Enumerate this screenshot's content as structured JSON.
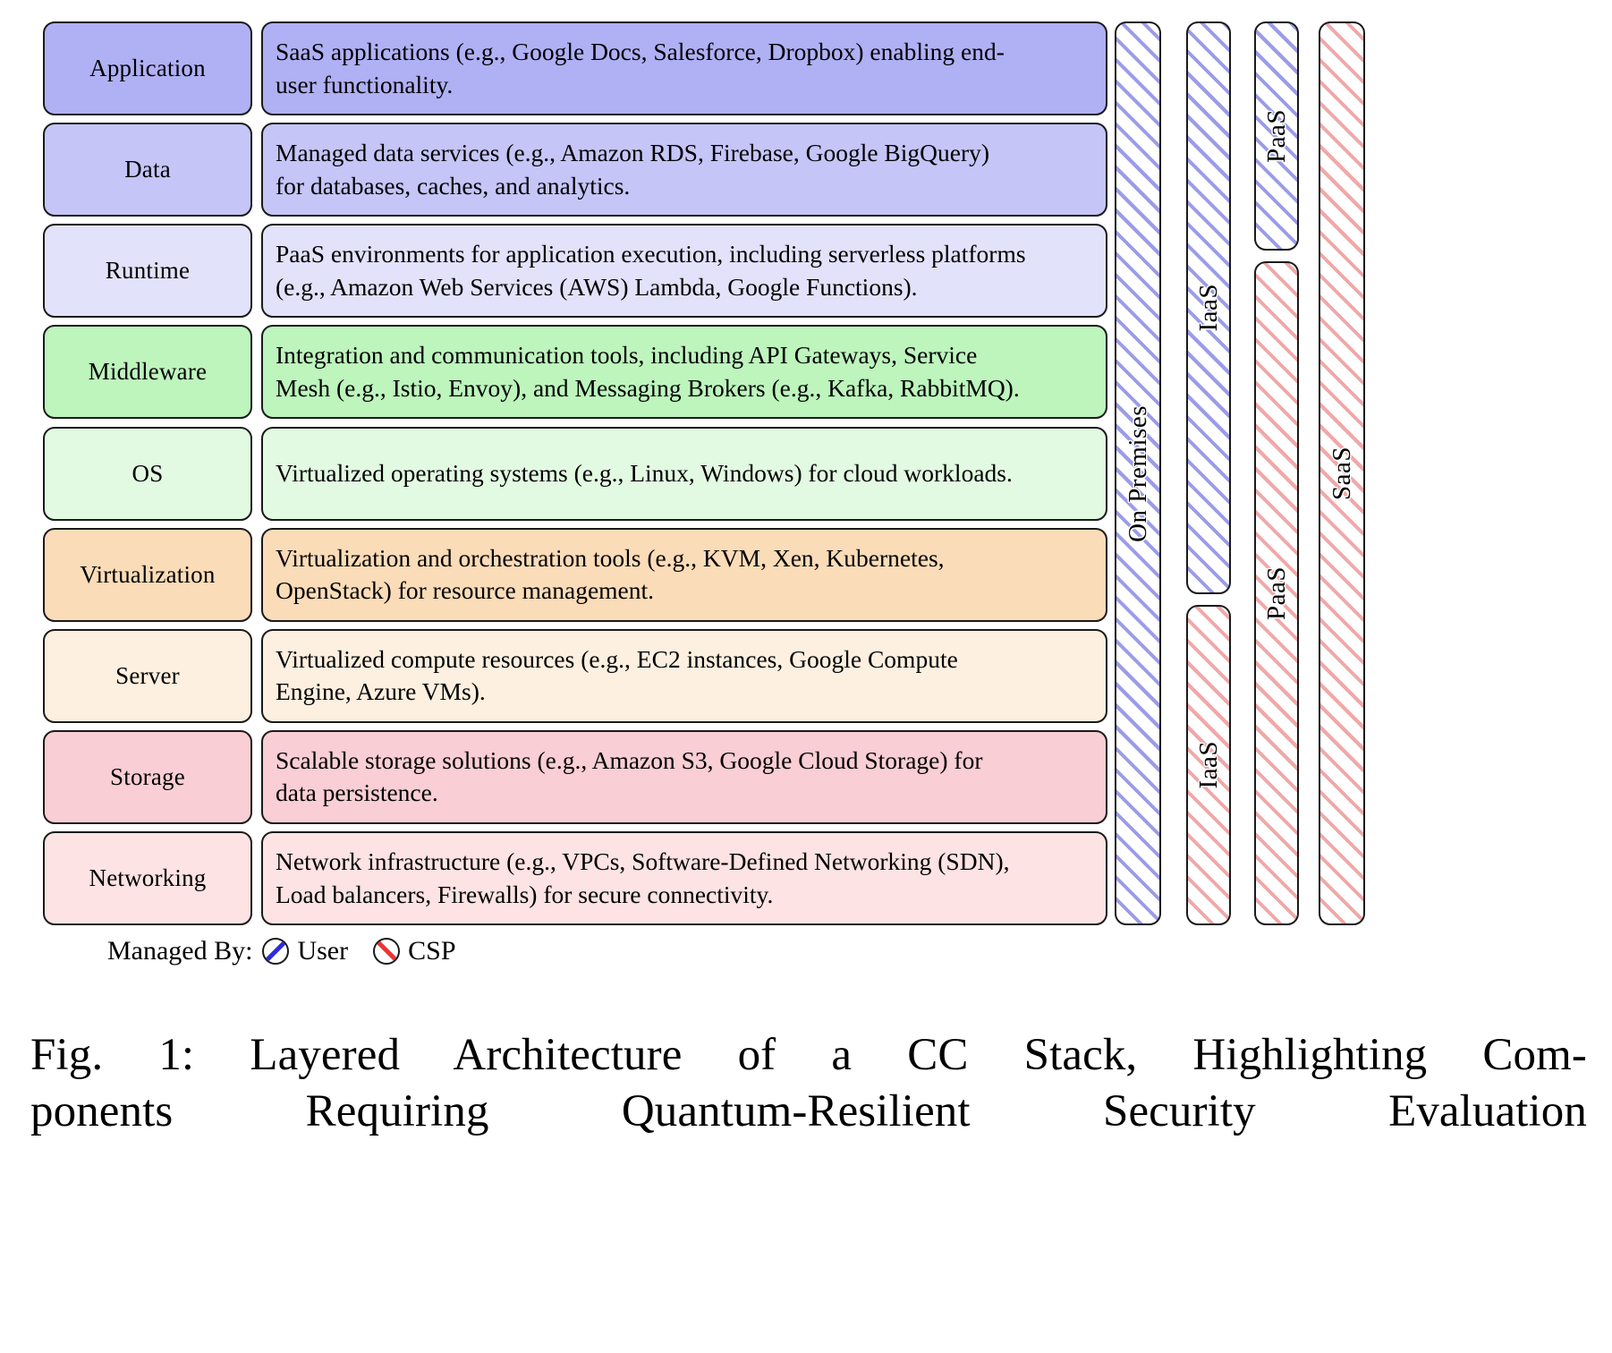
{
  "figure": {
    "caption_line1": "Fig. 1: Layered Architecture of a CC Stack, Highlighting Com-",
    "caption_line2": "ponents Requiring Quantum-Resilient Security Evaluation"
  },
  "colors": {
    "application": "#b0b0f5",
    "data": "#c5c5f8",
    "runtime": "#e2e2fa",
    "middleware": "#bdf5bd",
    "os": "#e2fae2",
    "virtualization": "#fbdcb8",
    "server": "#fdf0e0",
    "storage": "#f9ced4",
    "networking": "#fde3e3",
    "user_hatch": "#9b9ce8",
    "csp_hatch": "#f0a8a8",
    "user_legend": "#2d2de0",
    "csp_legend": "#ec3434",
    "outline": "#1a1a1a"
  },
  "layers": [
    {
      "name": "Application",
      "description": "SaaS applications (e.g., Google Docs, Salesforce, Dropbox) enabling end-user functionality.",
      "desc_lines": [
        "SaaS applications (e.g., Google Docs, Salesforce, Dropbox) enabling end-",
        "user functionality."
      ],
      "color": "#b0b0f5"
    },
    {
      "name": "Data",
      "description": "Managed data services (e.g., Amazon RDS, Firebase, Google BigQuery) for databases, caches, and analytics.",
      "desc_lines": [
        "Managed data services (e.g., Amazon RDS, Firebase, Google BigQuery)",
        "for databases, caches, and analytics."
      ],
      "color": "#c5c5f8"
    },
    {
      "name": "Runtime",
      "description": "PaaS environments for application execution, including serverless platforms (e.g., Amazon Web Services (AWS) Lambda, Google Functions).",
      "desc_lines": [
        "PaaS environments for application execution, including serverless platforms",
        "(e.g., Amazon Web Services (AWS) Lambda, Google Functions)."
      ],
      "color": "#e2e2fa"
    },
    {
      "name": "Middleware",
      "description": "Integration and communication tools, including API Gateways, Service Mesh (e.g., Istio, Envoy), and Messaging Brokers (e.g., Kafka, RabbitMQ).",
      "desc_lines": [
        "Integration and communication tools, including API Gateways, Service",
        "Mesh (e.g., Istio, Envoy), and Messaging Brokers (e.g., Kafka, RabbitMQ)."
      ],
      "color": "#bdf5bd"
    },
    {
      "name": "OS",
      "description": "Virtualized operating systems (e.g., Linux, Windows) for cloud workloads.",
      "desc_lines": [
        "Virtualized operating systems (e.g., Linux, Windows) for cloud workloads."
      ],
      "color": "#e2fae2"
    },
    {
      "name": "Virtualization",
      "description": "Virtualization and orchestration tools (e.g., KVM, Xen, Kubernetes, OpenStack) for resource management.",
      "desc_lines": [
        "Virtualization and orchestration tools (e.g., KVM, Xen, Kubernetes,",
        "OpenStack) for resource management."
      ],
      "color": "#fbdcb8"
    },
    {
      "name": "Server",
      "description": "Virtualized compute resources (e.g., EC2 instances, Google Compute Engine, Azure VMs).",
      "desc_lines": [
        "Virtualized compute resources (e.g., EC2 instances, Google Compute",
        "Engine, Azure VMs)."
      ],
      "color": "#fdf0e0"
    },
    {
      "name": "Storage",
      "description": "Scalable storage solutions (e.g., Amazon S3, Google Cloud Storage) for data persistence.",
      "desc_lines": [
        "Scalable storage solutions (e.g., Amazon S3, Google Cloud Storage) for",
        "data persistence."
      ],
      "color": "#f9ced4"
    },
    {
      "name": "Networking",
      "description": "Network infrastructure (e.g., VPCs, Software-Defined Networking (SDN), Load balancers, Firewalls) for secure connectivity.",
      "desc_lines": [
        "Network infrastructure (e.g., VPCs, Software-Defined Networking (SDN),",
        "Load balancers, Firewalls) for secure connectivity."
      ],
      "color": "#fde3e3"
    }
  ],
  "columns": [
    {
      "model": "On Premises",
      "segments": [
        {
          "label": "On Premises",
          "managed_by": "User",
          "covers_layers": [
            "Application",
            "Data",
            "Runtime",
            "Middleware",
            "OS",
            "Virtualization",
            "Server",
            "Storage",
            "Networking"
          ]
        }
      ]
    },
    {
      "model": "IaaS",
      "segments": [
        {
          "label": "IaaS",
          "managed_by": "User",
          "covers_layers": [
            "Application",
            "Data",
            "Runtime",
            "Middleware",
            "OS",
            "Virtualization"
          ]
        },
        {
          "label": "IaaS",
          "managed_by": "CSP",
          "covers_layers": [
            "Server",
            "Storage",
            "Networking"
          ]
        }
      ]
    },
    {
      "model": "PaaS",
      "segments": [
        {
          "label": "PaaS",
          "managed_by": "User",
          "covers_layers": [
            "Application",
            "Data"
          ]
        },
        {
          "label": "PaaS",
          "managed_by": "CSP",
          "covers_layers": [
            "Runtime",
            "Middleware",
            "OS",
            "Virtualization",
            "Server",
            "Storage",
            "Networking"
          ]
        }
      ]
    },
    {
      "model": "SaaS",
      "segments": [
        {
          "label": "SaaS",
          "managed_by": "CSP",
          "covers_layers": [
            "Application",
            "Data",
            "Runtime",
            "Middleware",
            "OS",
            "Virtualization",
            "Server",
            "Storage",
            "Networking"
          ]
        }
      ]
    }
  ],
  "legend": {
    "title": "Managed By:",
    "items": [
      {
        "label": "User",
        "icon": "circle-backslash-blue-icon"
      },
      {
        "label": "CSP",
        "icon": "circle-slash-red-icon"
      }
    ]
  }
}
